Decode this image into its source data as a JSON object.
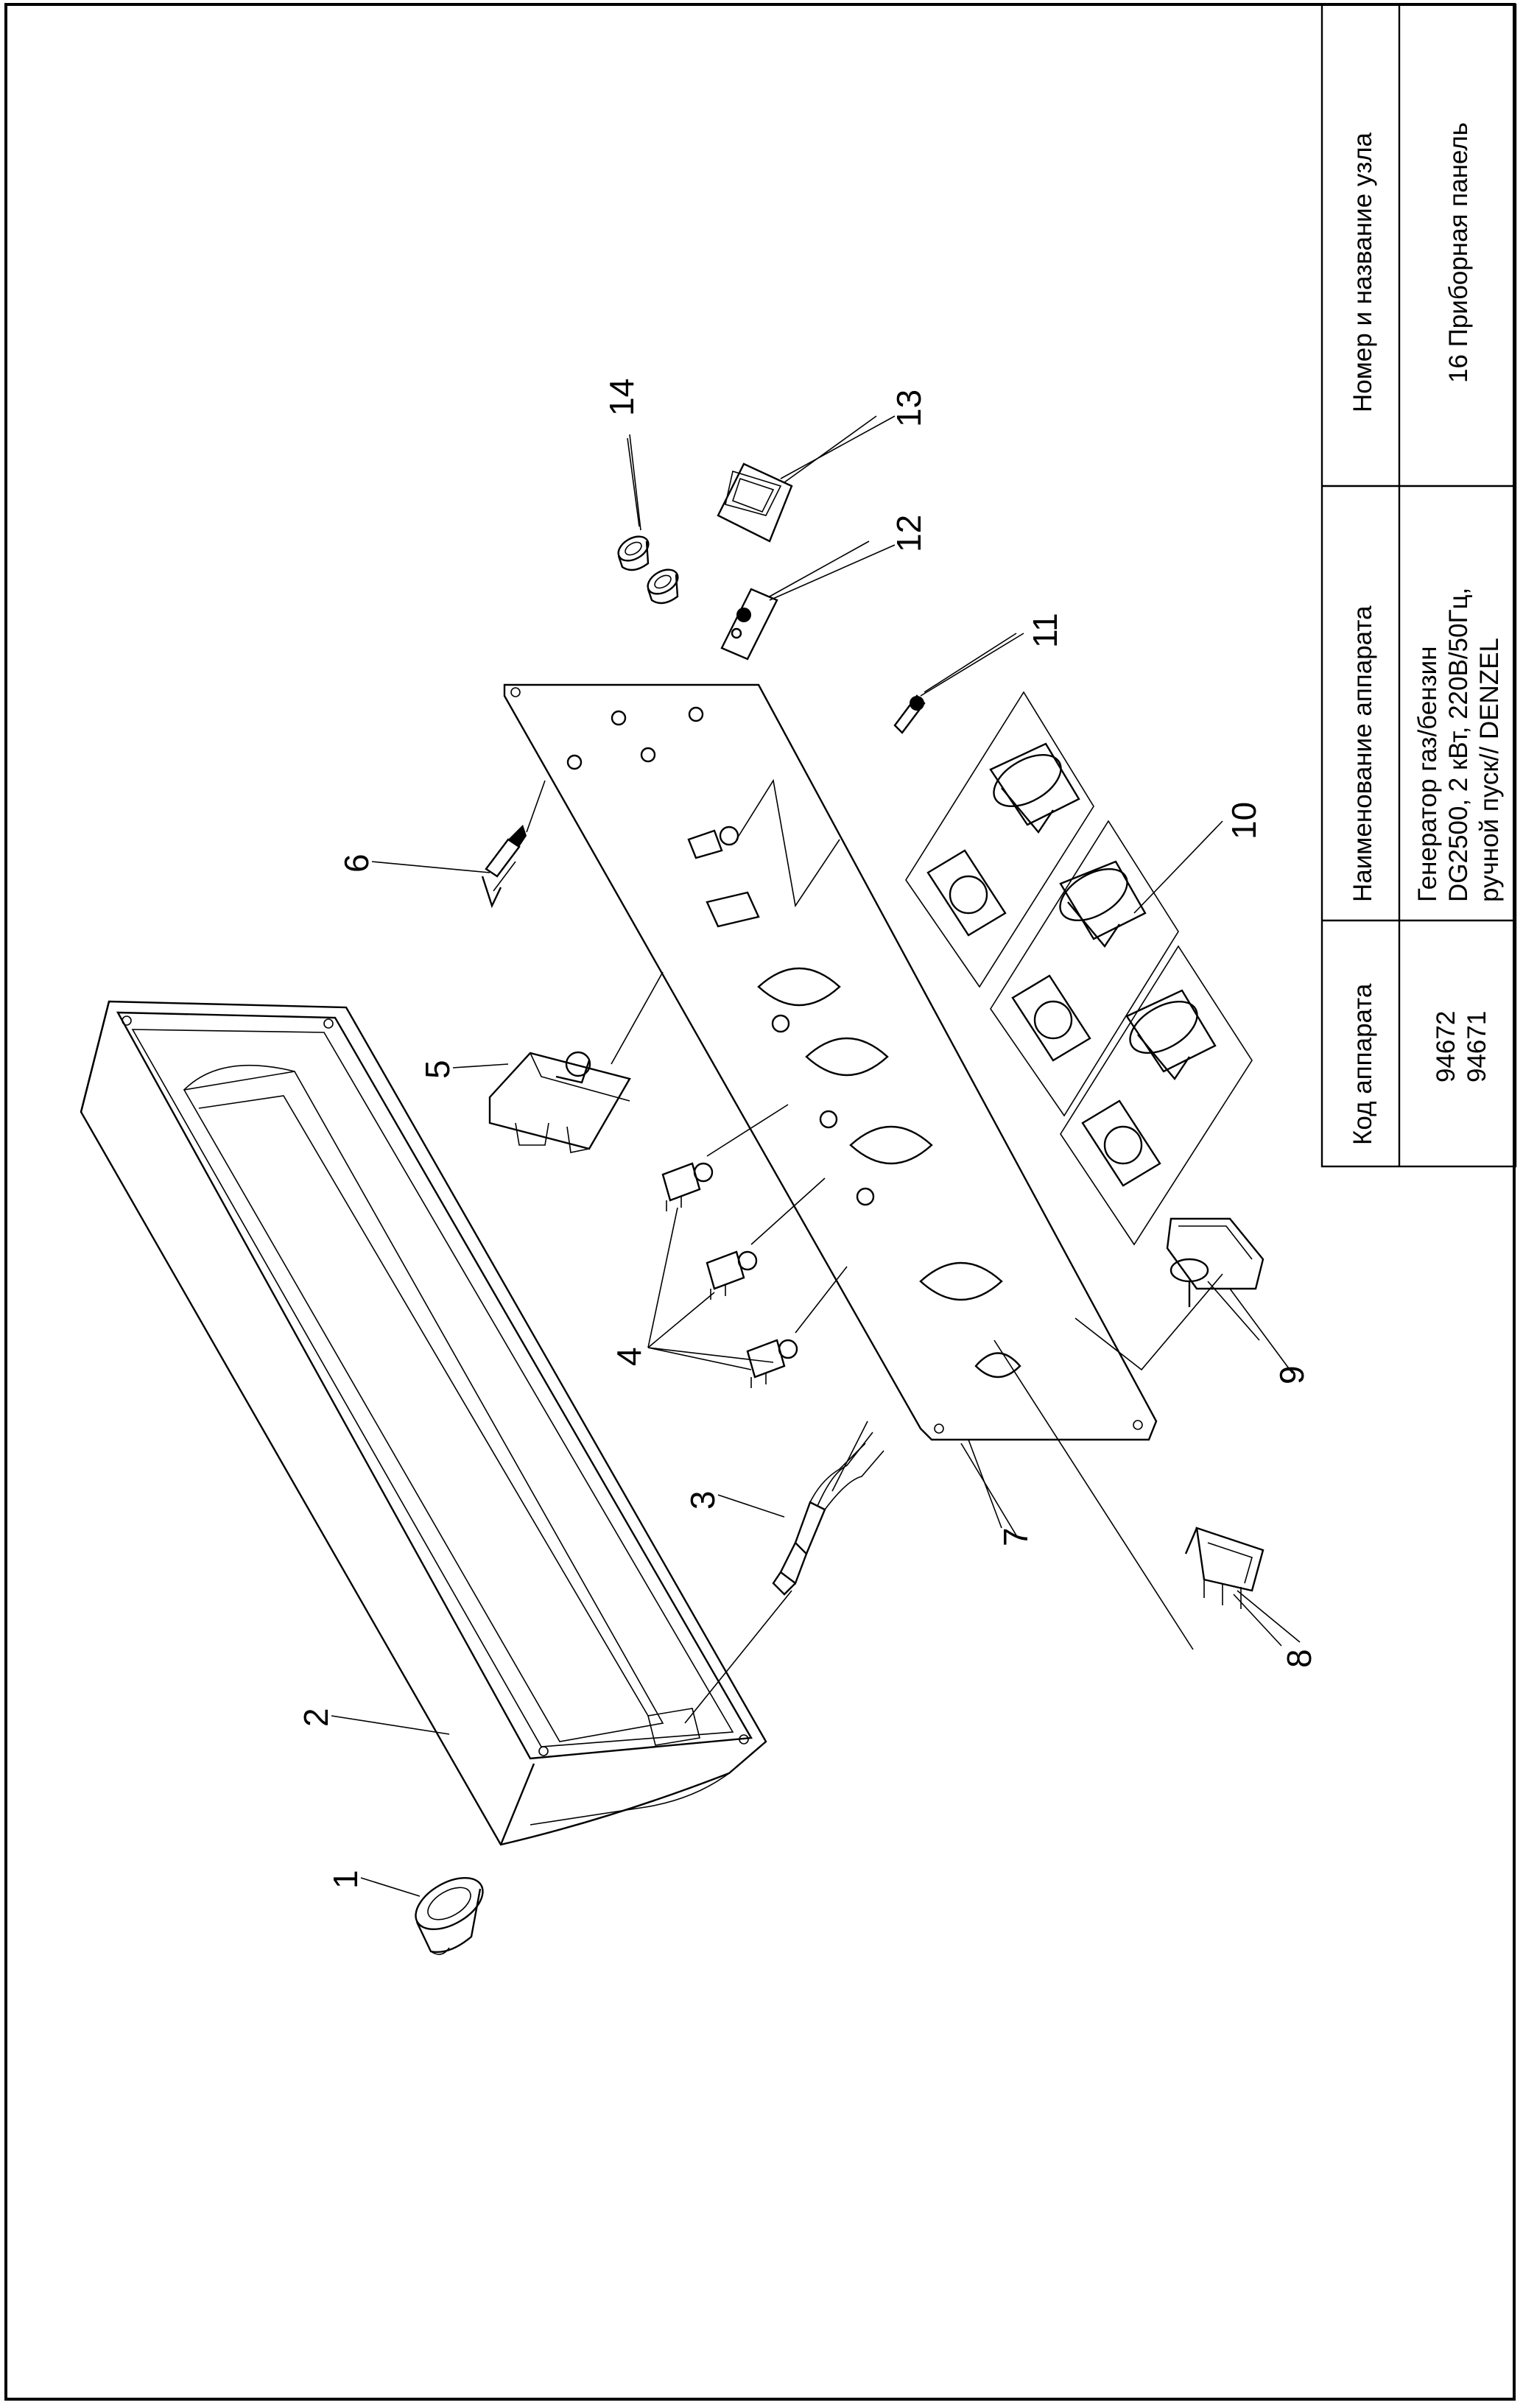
{
  "title_block": {
    "col_code_header": "Код аппарата",
    "col_name_header": "Наименование аппарата",
    "col_unit_header": "Номер и название узла",
    "codes": [
      "94672",
      "94671"
    ],
    "name_lines": [
      "Генератор газ/бензин",
      "DG2500, 2 кВт, 220В/50Гц,",
      "ручной пуск// DENZEL"
    ],
    "unit": "16 Приборная панель"
  },
  "callouts": [
    "1",
    "2",
    "3",
    "4",
    "5",
    "6",
    "7",
    "8",
    "9",
    "10",
    "11",
    "12",
    "13",
    "14"
  ]
}
